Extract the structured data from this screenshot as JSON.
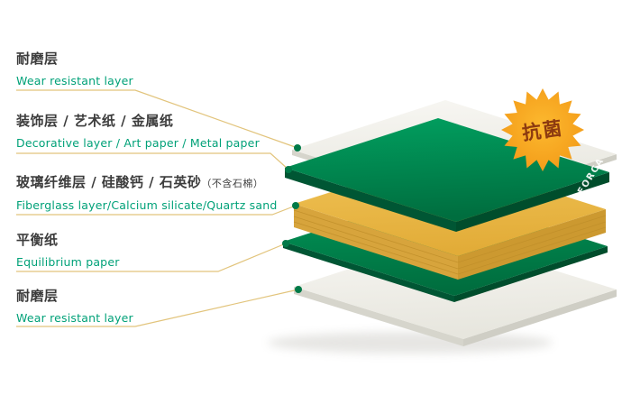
{
  "diagram": {
    "brand": "FORCA",
    "badge": {
      "label": "抗菌"
    },
    "labels": [
      {
        "zh": "耐磨层",
        "en": "Wear resistant layer"
      },
      {
        "zh": "装饰层 / 艺术纸 / 金属纸",
        "en": "Decorative layer / Art paper / Metal paper"
      },
      {
        "zh": "玻璃纤维层 / 硅酸钙 / 石英砂",
        "zh_note": "（不含石棉）",
        "en": "Fiberglass layer/Calcium silicate/Quartz sand"
      },
      {
        "zh": "平衡纸",
        "en": "Equilibrium paper"
      },
      {
        "zh": "耐磨层",
        "en": "Wear resistant layer"
      }
    ],
    "colors": {
      "chinese_text": "#3c3c3c",
      "english_text": "#00a178",
      "connector_line": "#e2c47c",
      "connector_dot": "#007a48",
      "green_layer": "#008f54",
      "yellow_layer": "#eabb4b",
      "white_layer": "#f3f2ed",
      "badge_bg": "#f6a41f",
      "badge_text": "#8c3a10"
    }
  }
}
